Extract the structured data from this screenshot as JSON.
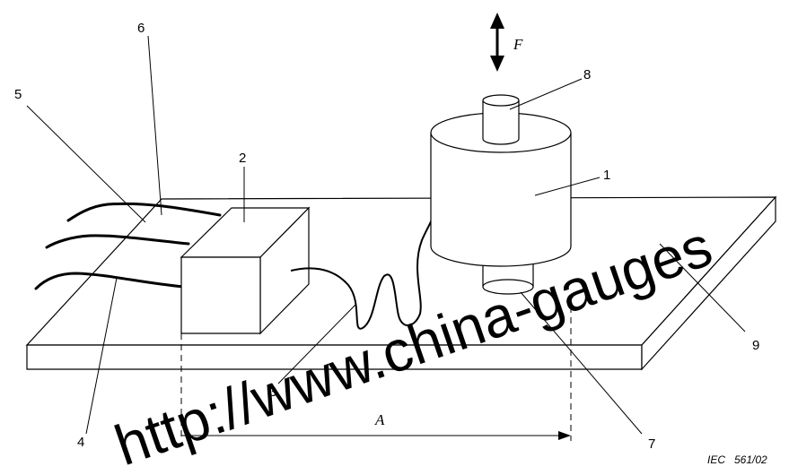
{
  "labels": {
    "n1": "1",
    "n2": "2",
    "n3": "3",
    "n4": "4",
    "n5": "5",
    "n6": "6",
    "n7": "7",
    "n8": "8",
    "n9": "9",
    "force": "F",
    "distance": "A"
  },
  "reference": "IEC   561/02",
  "watermark": "http://www.china-gauges"
}
